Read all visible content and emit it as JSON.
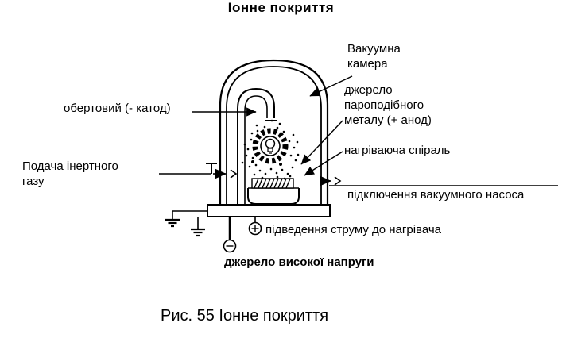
{
  "title": "Іонне покриття",
  "caption": "Рис. 55 Іонне покриття",
  "labels": {
    "vacuum_chamber": "Вакуумна\nкамера",
    "metal_source": "джерело\nпароподібного\nметалу (+ анод)",
    "heating_spiral": "нагріваюча спіраль",
    "rotating_cathode": "обертовий (- катод)",
    "inert_gas": "Подача інертного\nгазу",
    "vacuum_pump": "підключення вакуумного насоса",
    "heater_current": "підведення струму до нагрівача",
    "high_voltage": "джерело високої напруги"
  },
  "colors": {
    "line": "#000000",
    "background": "#ffffff"
  }
}
